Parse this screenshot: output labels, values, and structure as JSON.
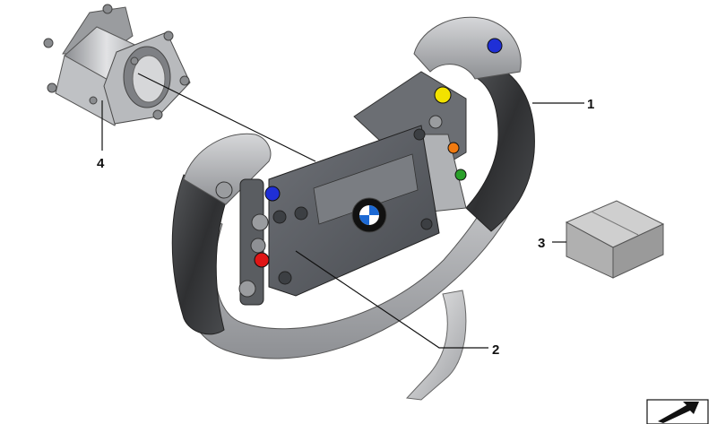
{
  "diagram": {
    "callouts": [
      {
        "id": "1",
        "label": "1",
        "part": "steering-wheel"
      },
      {
        "id": "2",
        "label": "2",
        "part": "shift-paddle"
      },
      {
        "id": "3",
        "label": "3",
        "part": "small-parts-box"
      },
      {
        "id": "4",
        "label": "4",
        "part": "hub-adapter"
      }
    ],
    "colors": {
      "grip": "#3a3a3c",
      "frame": "#a9abae",
      "center_plate": "#5b5e63",
      "button_blue": "#1f2fd6",
      "button_yellow": "#f2e200",
      "button_red": "#e01616",
      "button_orange": "#f07a10",
      "button_green": "#2aa02a",
      "box": "#b4b4b4"
    },
    "icons": [
      "bmw-roundel-icon",
      "navigation-arrow-icon"
    ]
  }
}
